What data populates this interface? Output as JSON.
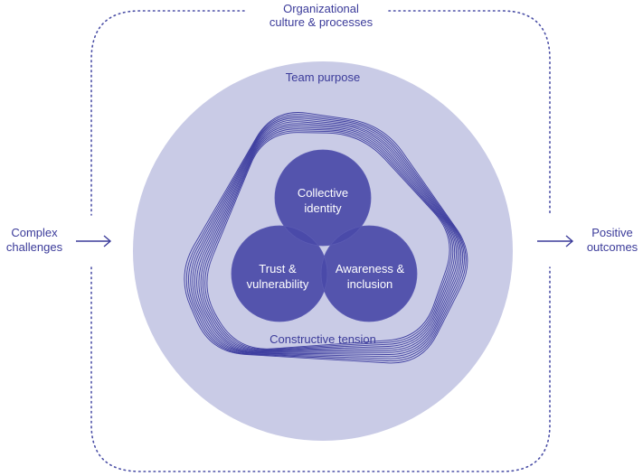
{
  "diagram": {
    "outer_label": [
      "Organizational",
      "culture & processes"
    ],
    "left_label": [
      "Complex",
      "challenges"
    ],
    "right_label": [
      "Positive",
      "outcomes"
    ],
    "team_purpose": "Team purpose",
    "constructive_tension": "Constructive tension",
    "circles": {
      "top": [
        "Collective",
        "identity"
      ],
      "left": [
        "Trust &",
        "vulnerability"
      ],
      "right": [
        "Awareness &",
        "inclusion"
      ]
    }
  },
  "colors": {
    "text": "#3b3b9a",
    "big_circle": "#c9cbe6",
    "inner_circle": "#4a4aa8",
    "dotted_frame": "#4b4fa6",
    "arrow": "#3b3b9a"
  }
}
